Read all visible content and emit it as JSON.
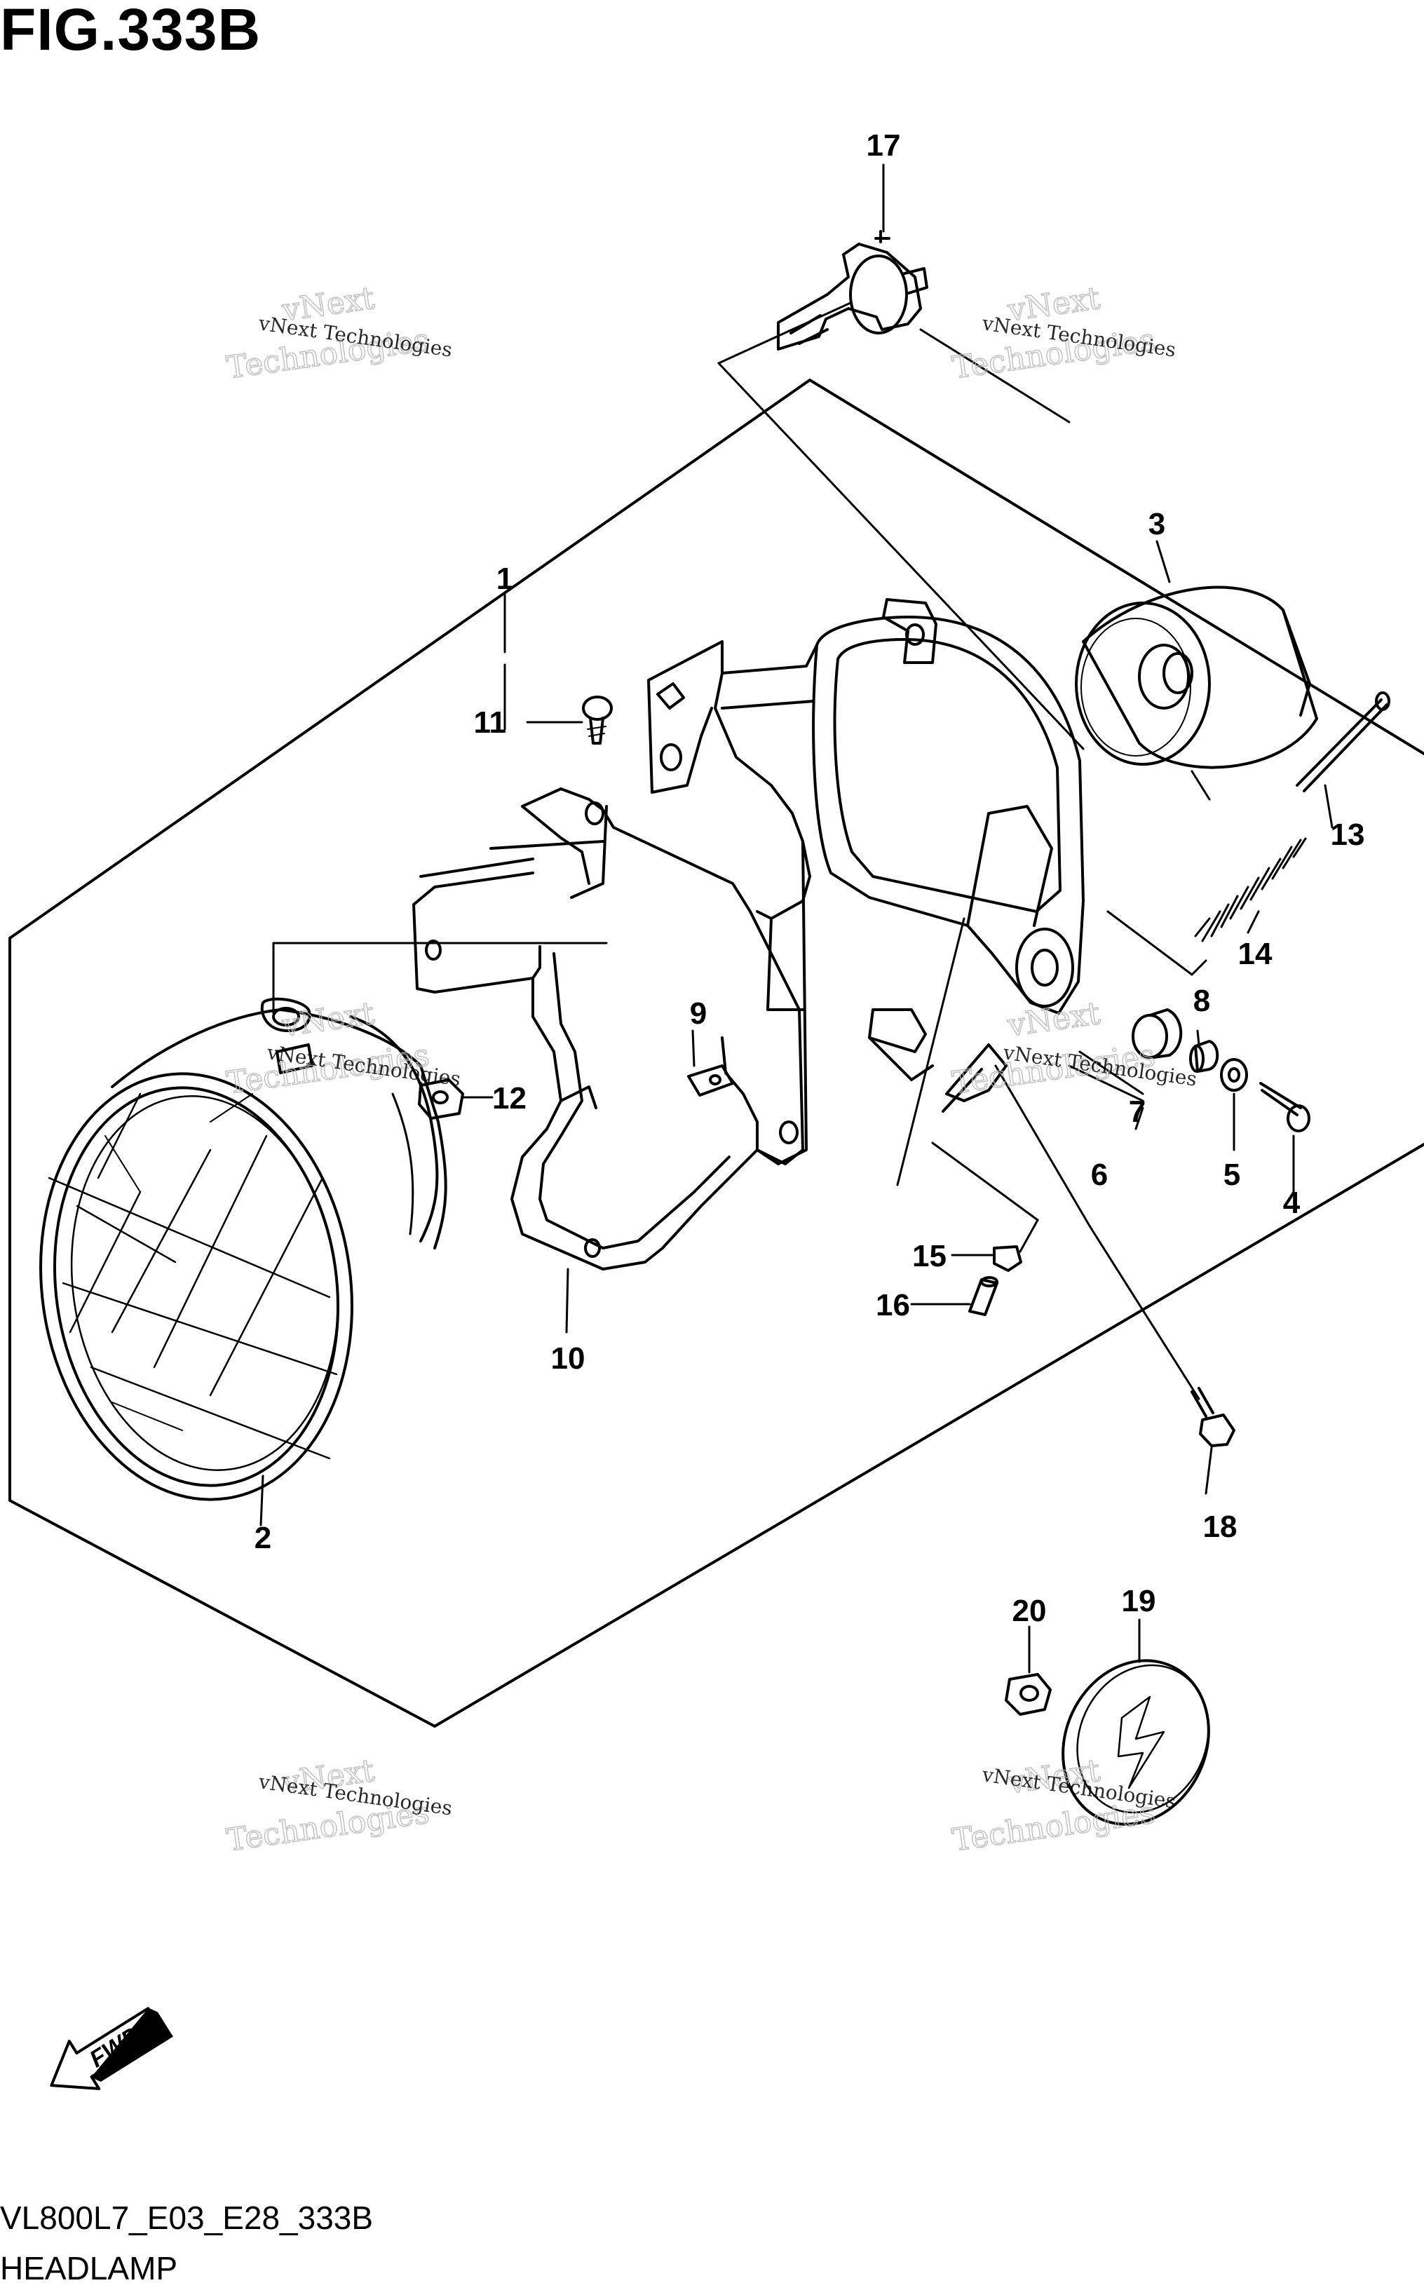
{
  "header": {
    "figure_label": "FIG.333B"
  },
  "footer": {
    "drawing_code": "VL800L7_E03_E28_333B",
    "drawing_name": "HEADLAMP"
  },
  "fwd_arrow": {
    "label": "FWD"
  },
  "watermark": {
    "line1": "vNext Technologies",
    "line2_a": "vNext",
    "line2_b": "Technologies"
  },
  "callouts": {
    "p1": "1",
    "p2": "2",
    "p3": "3",
    "p4": "4",
    "p5": "5",
    "p6": "6",
    "p7": "7",
    "p8": "8",
    "p9": "9",
    "p10": "10",
    "p11": "11",
    "p12": "12",
    "p13": "13",
    "p14": "14",
    "p15": "15",
    "p16": "16",
    "p17": "17",
    "p18": "18",
    "p19": "19",
    "p20": "20"
  }
}
